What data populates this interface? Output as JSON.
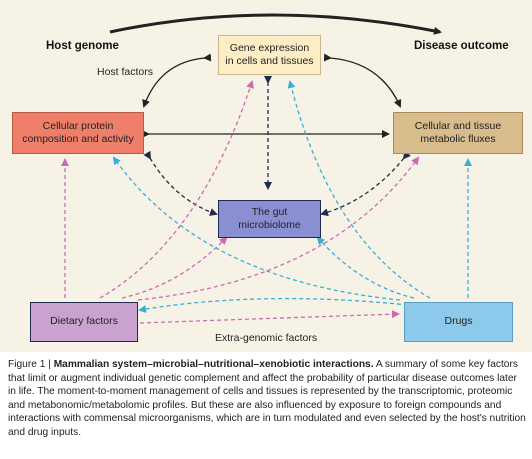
{
  "labels": {
    "host_genome": "Host genome",
    "disease_outcome": "Disease outcome",
    "host_factors": "Host factors",
    "extra_genomic": "Extra-genomic factors"
  },
  "boxes": {
    "gene_expression": {
      "line1": "Gene expression",
      "line2": "in cells and tissues"
    },
    "cellular_protein": {
      "line1": "Cellular protein",
      "line2": "composition and activity"
    },
    "cellular_tissue": {
      "line1": "Cellular and tissue",
      "line2": "metabolic fluxes"
    },
    "gut_microbiome": {
      "line1": "The gut",
      "line2": "microbiolome"
    },
    "dietary": {
      "line1": "Dietary factors"
    },
    "drugs": {
      "line1": "Drugs"
    }
  },
  "caption": {
    "prefix": "Figure 1 | ",
    "title": "Mammalian system–microbial–nutritional–xenobiotic interactions.",
    "body": " A summary of some key factors that limit or augment individual genetic complement and affect the probability of particular disease outcomes later in life. The moment-to-moment management of cells and tissues is represented by the transcriptomic, proteomic and metabonomic/metabolomic profiles. But these are also influenced by exposure to foreign compounds and interactions with commensal microorganisms, which are in turn modulated and even selected by the host's nutrition and drug inputs."
  },
  "colors": {
    "panel_bg": "#f7f2e6",
    "gene_box": "#fcedc4",
    "protein_box": "#ef7f6a",
    "tissue_box": "#d9bc8c",
    "gut_box": "#8a8fd4",
    "dietary_box": "#c9a2d0",
    "drugs_box": "#8dc9ea",
    "pink_arrow": "#cc6bb0",
    "cyan_arrow": "#3aaed5",
    "navy_arrow": "#1f2b4d"
  }
}
